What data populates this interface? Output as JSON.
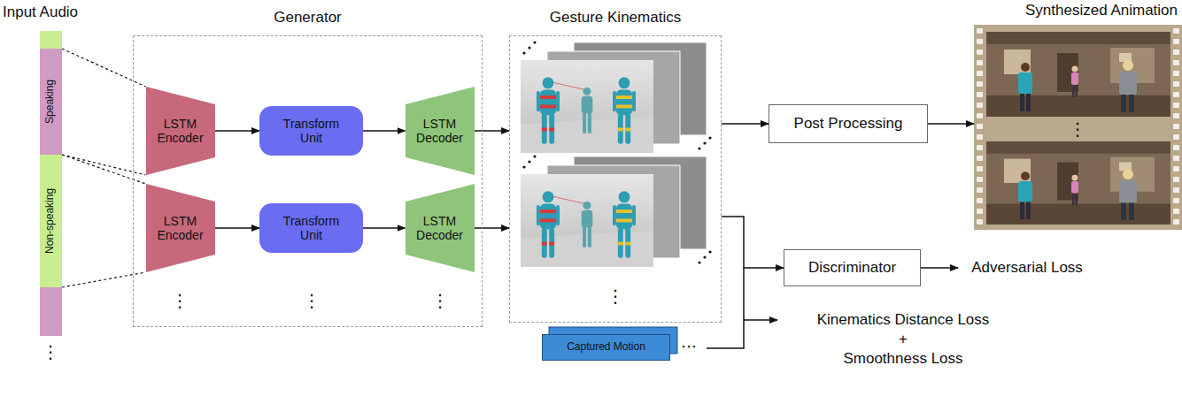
{
  "diagram": {
    "nodes": [
      {
        "text": [
          "Input Audio"
        ]
      },
      {
        "text": [
          "Speaking"
        ],
        "in": 0
      },
      {
        "text": [
          "Non-speaking"
        ],
        "in": 0
      },
      {
        "text": [
          "Generator"
        ]
      },
      {
        "text": [
          "LSTM Encoder"
        ],
        "in": 3
      },
      {
        "text": [
          "Transform Unit"
        ],
        "in": 3
      },
      {
        "text": [
          "LSTM Decoder"
        ],
        "in": 3
      },
      {
        "text": [
          "LSTM Encoder"
        ],
        "in": 3
      },
      {
        "text": [
          "Transform Unit"
        ],
        "in": 3
      },
      {
        "text": [
          "LSTM Decoder"
        ],
        "in": 3
      },
      {
        "text": [
          "Gesture Kinematics"
        ]
      },
      {
        "text": [
          "Synthesized Animation"
        ]
      },
      {
        "text": [
          "Post Processing"
        ]
      },
      {
        "text": [
          "Discriminator"
        ]
      },
      {
        "text": [
          "Captured Motion"
        ]
      }
    ],
    "edges": [
      {
        "from": 1,
        "to": 4,
        "arrow": "none"
      },
      {
        "from": 2,
        "to": 7,
        "arrow": "none"
      },
      {
        "from": 4,
        "to": 5,
        "arrow": "to"
      },
      {
        "from": 5,
        "to": 6,
        "arrow": "to"
      },
      {
        "from": 7,
        "to": 8,
        "arrow": "to"
      },
      {
        "from": 8,
        "to": 9,
        "arrow": "to"
      },
      {
        "from": 6,
        "to": 10,
        "arrow": "to"
      },
      {
        "from": 9,
        "to": 10,
        "arrow": "to"
      },
      {
        "from": 10,
        "to": 12,
        "arrow": "to"
      },
      {
        "from": 12,
        "to": 11,
        "arrow": "to"
      },
      {
        "from": 10,
        "to": 13,
        "arrow": "to"
      }
    ],
    "labels": [
      "⋮",
      "⋮",
      "⋮",
      "⋮",
      "⋮",
      "⋯",
      "⋮",
      "Adversarial Loss",
      "Kinematics Distance Loss",
      "+",
      "Smoothness Loss"
    ]
  }
}
